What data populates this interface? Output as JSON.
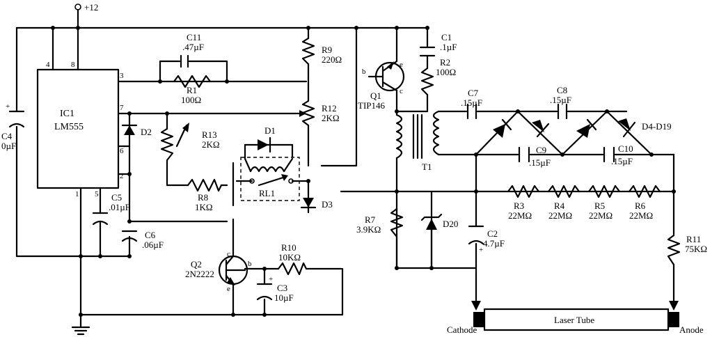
{
  "supply": "+12",
  "ic": {
    "name": "IC1",
    "part": "LM555",
    "pins": [
      "4",
      "8",
      "3",
      "7",
      "6",
      "2",
      "1",
      "5"
    ]
  },
  "parts": {
    "C11": [
      "C11",
      ".47µF"
    ],
    "R1": [
      "R1",
      "100Ω"
    ],
    "R9": [
      "R9",
      "220Ω"
    ],
    "R12": [
      "R12",
      "2KΩ"
    ],
    "R13": [
      "R13",
      "2KΩ"
    ],
    "R8": [
      "R8",
      "1KΩ"
    ],
    "D1": "D1",
    "RL1": "RL1",
    "D2": "D2",
    "D3": "D3",
    "C4": [
      "C4",
      "0µF"
    ],
    "C5": [
      "C5",
      ".01µF"
    ],
    "C6": [
      "C6",
      ".06µF"
    ],
    "Q1": [
      "Q1",
      "TIP146"
    ],
    "Q2": [
      "Q2",
      "2N2222"
    ],
    "R10": [
      "R10",
      "10KΩ"
    ],
    "C3": [
      "C3",
      "10µF"
    ],
    "C1": [
      "C1",
      ".1µF"
    ],
    "R2": [
      "R2",
      "100Ω"
    ],
    "C7": [
      "C7",
      ".15µF"
    ],
    "C8": [
      "C8",
      ".15µF"
    ],
    "C9": [
      "C9",
      ".15µF"
    ],
    "C10": [
      "C10",
      ".15µF"
    ],
    "D4D19": "D4-D19",
    "T1": "T1",
    "R7": [
      "R7",
      "3.9KΩ"
    ],
    "D20": "D20",
    "C2": [
      "C2",
      "4.7µF"
    ],
    "R3": [
      "R3",
      "22MΩ"
    ],
    "R4": [
      "R4",
      "22MΩ"
    ],
    "R5": [
      "R5",
      "22MΩ"
    ],
    "R6": [
      "R6",
      "22MΩ"
    ],
    "R11": [
      "R11",
      "75KΩ"
    ]
  },
  "q_pins": {
    "b": "b",
    "c": "c",
    "e": "e"
  },
  "polarity": "+",
  "tube": {
    "label": "Laser Tube",
    "cathode": "Cathode",
    "anode": "Anode"
  }
}
